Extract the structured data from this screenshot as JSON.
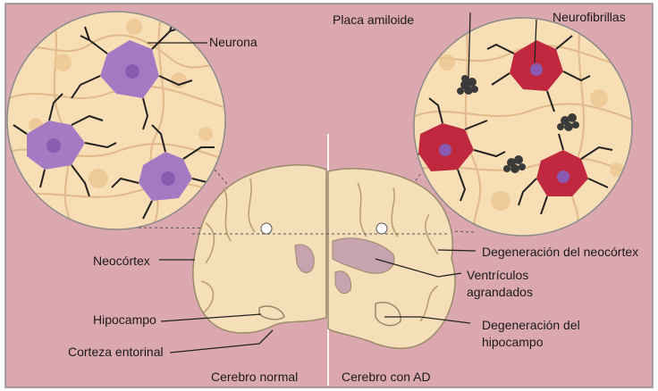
{
  "labels": {
    "neurona": "Neurona",
    "placa_amiloide": "Placa amiloide",
    "neurofibrillas": "Neurofibrillas",
    "neocortex": "Neocórtex",
    "hipocampo": "Hipocampo",
    "corteza_entorinal": "Corteza entorinal",
    "cerebro_normal": "Cerebro normal",
    "cerebro_con_ad": "Cerebro con AD",
    "degeneracion_neocortex": "Degeneración del neocórtex",
    "ventriculos_line1": "Ventrículos",
    "ventriculos_line2": "agrandados",
    "degeneracion_hipocampo_line1": "Degeneración del",
    "degeneracion_hipocampo_line2": "hipocampo"
  },
  "colors": {
    "background": "#dba8b0",
    "border": "#8a8a8a",
    "tissue": "#f7deb5",
    "tissue_cell": "#ecc592",
    "brain": "#f4dfb8",
    "brain_outline": "#9a8a6a",
    "neuron_healthy": "#a47bc2",
    "neuron_nucleus": "#8a5bb0",
    "neuron_tangled": "#c0283f",
    "plaque": "#3a3a3a",
    "dendrite": "#222222"
  }
}
